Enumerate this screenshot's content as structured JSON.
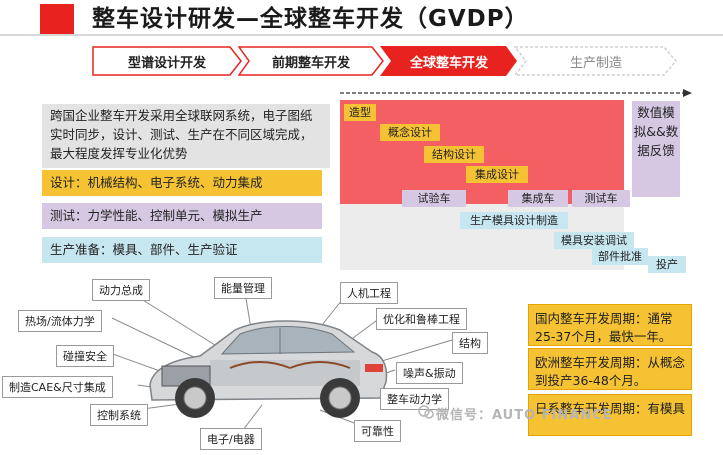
{
  "header": {
    "title": "整车设计研发—全球整车开发（GVDP）"
  },
  "process_steps": [
    {
      "label": "型谱设计开发",
      "active": false
    },
    {
      "label": "前期整车开发",
      "active": false
    },
    {
      "label": "全球整车开发",
      "active": true
    },
    {
      "label": "生产制造",
      "active": false
    }
  ],
  "panels": {
    "description": "跨国企业整车开发采用全球联网系统，电子图纸实时同步，设计、测试、生产在不同区域完成，最大程度发挥专业化优势",
    "design": "设计：机械结构、电子系统、动力集成",
    "test": "测试：力学性能、控制单元、模拟生产",
    "prep": "生产准备：模具、部件、生产验证"
  },
  "gantt": {
    "items": [
      {
        "label": "造型"
      },
      {
        "label": "概念设计"
      },
      {
        "label": "结构设计"
      },
      {
        "label": "集成设计"
      },
      {
        "label": "试验车"
      },
      {
        "label": "集成车"
      },
      {
        "label": "测试车"
      },
      {
        "label": "生产模具设计制造"
      },
      {
        "label": "模具安装调试"
      },
      {
        "label": "部件批准"
      },
      {
        "label": "投产"
      }
    ],
    "feedback": "数值模拟&&数据反馈"
  },
  "callouts": {
    "powertrain": "动力总成",
    "energy": "能量管理",
    "ergonomics": "人机工程",
    "thermal": "热场/流体力学",
    "nvh_opt": "优化和鲁棒工程",
    "crash": "碰撞安全",
    "structure": "结构",
    "mfg_cae": "制造CAE&尺寸集成",
    "noise": "噪声&振动",
    "control": "控制系统",
    "dynamics": "整车动力学",
    "electronics": "电子/电器",
    "reliability": "可靠性"
  },
  "info_boxes": {
    "domestic": "国内整车开发周期：通常25-37个月，最快一年。",
    "europe": "欧洲整车开发周期：从概念到投产36-48个月。",
    "third": "日系整车开发周期：有模具"
  },
  "watermark": "微信号：AUTO FINANCE",
  "colors": {
    "accent_red": "#e8231f",
    "gantt_pink": "#f35f62",
    "yellow": "#f5c233",
    "purple": "#d6c8e3",
    "blue": "#c6e6f0"
  }
}
